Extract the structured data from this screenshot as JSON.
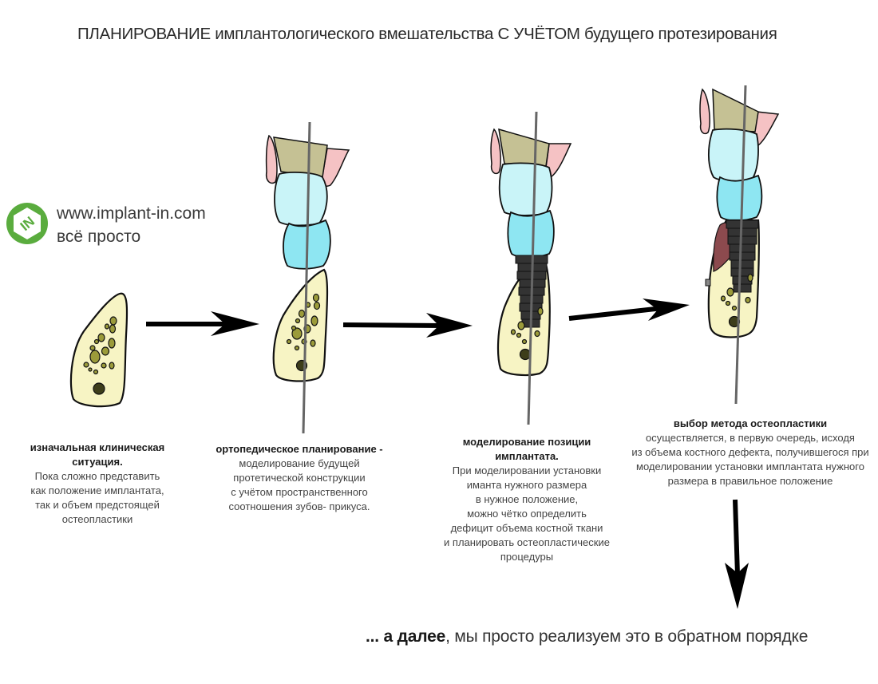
{
  "title": "ПЛАНИРОВАНИЕ имплантологического вмешательства С УЧЁТОМ будущего протезирования",
  "brand": {
    "logo_icon": "implant-in-hexagon-logo",
    "logo_letters": "IN",
    "url": "www.implant-in.com",
    "slogan": "всё просто",
    "color": "#5aac3e"
  },
  "colors": {
    "bone": "#f7f4c4",
    "bone_pores": "#9b9b3a",
    "gum": "#f5c2c4",
    "crown_upper": "#c9f4f8",
    "crown_lower": "#8ee6f2",
    "root": "#c5c194",
    "implant": "#333333",
    "graft": "#8c4a4e",
    "axis": "#666666"
  },
  "stages": [
    {
      "heading": "изначальная клиническая ситуация.",
      "lines": [
        "Пока сложно представить",
        "как положение имплантата,",
        "так и объем предстоящей",
        "остеопластики"
      ]
    },
    {
      "heading": "ортопедическое планирование -",
      "lines": [
        "моделирование будущей",
        "протетической конструкции",
        "с учётом пространственного",
        "соотношения зубов- прикуса."
      ]
    },
    {
      "heading": "моделирование позиции имплантата.",
      "lines": [
        "При моделировании установки",
        "иманта нужного размера",
        "в нужное положение,",
        "можно чётко определить",
        "дефицит объема костной ткани",
        "и планировать остеопластические",
        "процедуры"
      ]
    },
    {
      "heading": "выбор метода остеопластики",
      "lines": [
        "осуществляется, в первую очередь, исходя",
        "из объема костного дефекта, получившегося при",
        "моделировании установки имплантата нужного",
        "размера в правильное положение"
      ]
    }
  ],
  "footer": {
    "bold": "... а далее",
    "rest": ", мы просто реализуем это в обратном порядке"
  }
}
